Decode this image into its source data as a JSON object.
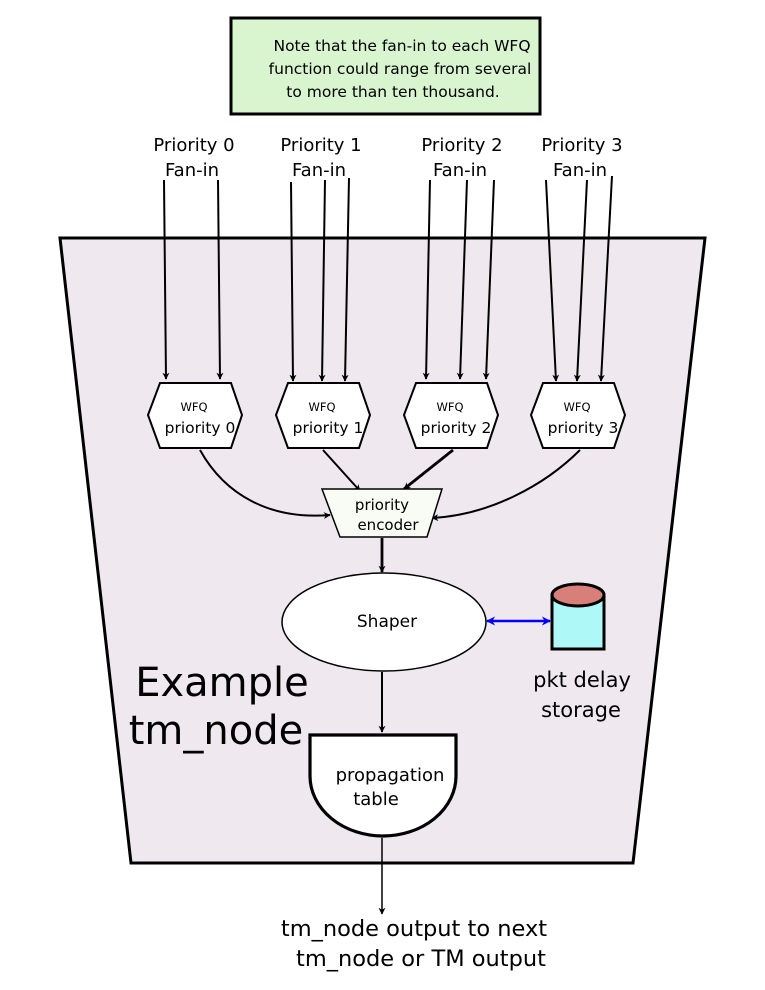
{
  "note": {
    "lines": [
      "Note that the fan-in to each WFQ",
      "function could range from several",
      "to more than ten thousand."
    ]
  },
  "fanins": [
    {
      "line1": "Priority 0",
      "line2": "Fan-in"
    },
    {
      "line1": "Priority 1",
      "line2": "Fan-in"
    },
    {
      "line1": "Priority 2",
      "line2": "Fan-in"
    },
    {
      "line1": "Priority 3",
      "line2": "Fan-in"
    }
  ],
  "wfq_blocks": [
    {
      "top": "WFQ",
      "bottom": "priority 0"
    },
    {
      "top": "WFQ",
      "bottom": "priority 1"
    },
    {
      "top": "WFQ",
      "bottom": "priority 2"
    },
    {
      "top": "WFQ",
      "bottom": "priority 3"
    }
  ],
  "encoder": {
    "line1": "priority",
    "line2": "encoder"
  },
  "shaper": {
    "label": "Shaper"
  },
  "storage": {
    "line1": "pkt delay",
    "line2": "storage"
  },
  "node_title": {
    "line1": "Example",
    "line2": "tm_node"
  },
  "propagation": {
    "line1": "propagation",
    "line2": "table"
  },
  "output": {
    "line1": "tm_node output to next",
    "line2": "tm_node or TM output"
  },
  "colors": {
    "note_fill": "#d8f5d0",
    "node_fill": "#efe8ef",
    "encoder_fill": "#f8fcf4",
    "cylinder_top": "#d87f7a",
    "cylinder_body": "#aef8f8",
    "bidirectional_arrow": "#0000ff",
    "stroke": "#000000"
  }
}
